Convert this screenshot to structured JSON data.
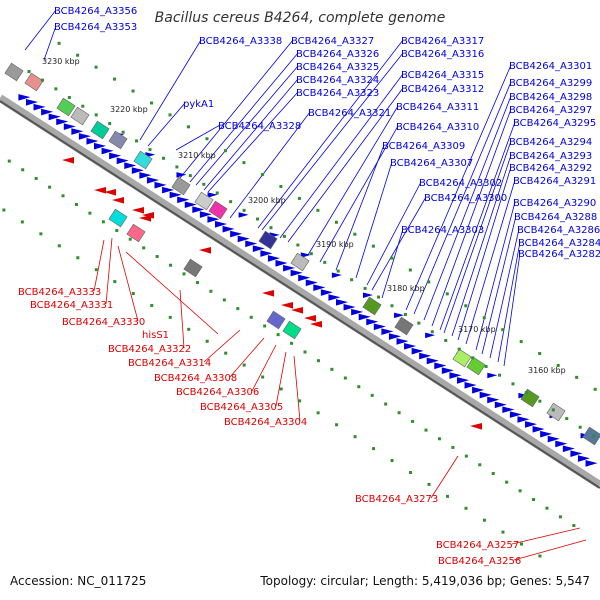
{
  "title": "Bacillus cereus B4264, complete genome",
  "footer": {
    "accession": "Accession: NC_011725",
    "summary": "Topology: circular; Length: 5,419,036 bp; Genes: 5,547"
  },
  "colors": {
    "forward": "#0000dd",
    "reverse": "#dd0000",
    "backbone": "#8c8c8c",
    "tick": "#2f8f2f"
  },
  "ticks": [
    "3230 kbp",
    "3220 kbp",
    "3210 kbp",
    "3200 kbp",
    "3190 kbp",
    "3180 kbp",
    "3170 kbp",
    "3160 kbp"
  ],
  "labels_forward": [
    "BCB4264_A3356",
    "BCB4264_A3353",
    "BCB4264_A3338",
    "pykA1",
    "BCB4264_A3327",
    "BCB4264_A3326",
    "BCB4264_A3325",
    "BCB4264_A3324",
    "BCB4264_A3323",
    "BCB4264_A3321",
    "BCB4264_A3328",
    "BCB4264_A3317",
    "BCB4264_A3316",
    "BCB4264_A3315",
    "BCB4264_A3312",
    "BCB4264_A3311",
    "BCB4264_A3310",
    "BCB4264_A3309",
    "BCB4264_A3307",
    "BCB4264_A3302",
    "BCB4264_A3300",
    "BCB4264_A3303",
    "BCB4264_A3301",
    "BCB4264_A3299",
    "BCB4264_A3298",
    "BCB4264_A3297",
    "BCB4264_A3295",
    "BCB4264_A3294",
    "BCB4264_A3293",
    "BCB4264_A3292",
    "BCB4264_A3291",
    "BCB4264_A3290",
    "BCB4264_A3288",
    "BCB4264_A3286",
    "BCB4264_A3284",
    "BCB4264_A3282"
  ],
  "labels_reverse": [
    "BCB4264_A3333",
    "BCB4264_A3331",
    "BCB4264_A3330",
    "hisS1",
    "BCB4264_A3322",
    "BCB4264_A3314",
    "BCB4264_A3308",
    "BCB4264_A3306",
    "BCB4264_A3305",
    "BCB4264_A3304",
    "BCB4264_A3273",
    "BCB4264_A3257",
    "BCB4264_A3256"
  ]
}
